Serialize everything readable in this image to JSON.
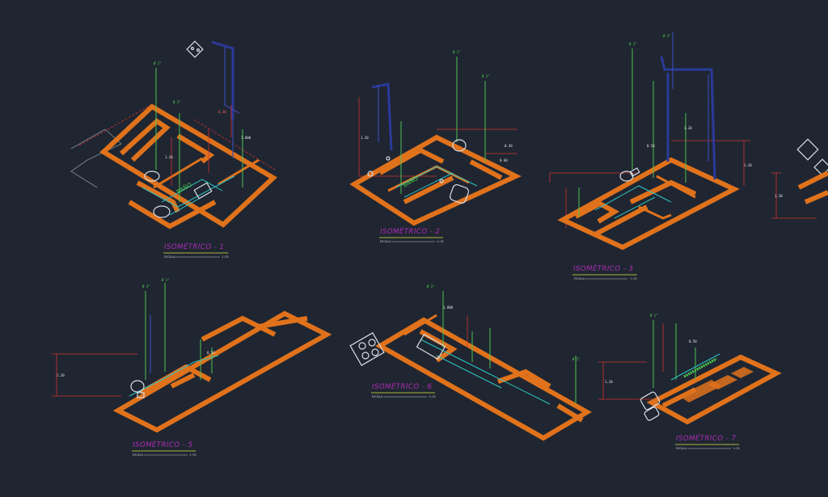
{
  "drawings": [
    {
      "id": "iso1",
      "title": "ISOMÉTRICO - 1",
      "scale_label": "ESCALA",
      "scale_value": "1:25",
      "room": "BAÑO"
    },
    {
      "id": "iso2",
      "title": "ISOMÉTRICO - 2",
      "scale_label": "ESCALA",
      "scale_value": "1:25",
      "room": "BAÑO"
    },
    {
      "id": "iso3",
      "title": "ISOMÉTRICO - 3",
      "scale_label": "ESCALA",
      "scale_value": "1:25",
      "room": ""
    },
    {
      "id": "iso5",
      "title": "ISOMÉTRICO - 5",
      "scale_label": "ESCALA",
      "scale_value": "1:25",
      "room": ""
    },
    {
      "id": "iso6",
      "title": "ISOMÉTRICO - 6",
      "scale_label": "ESCALA",
      "scale_value": "1:25",
      "room": ""
    },
    {
      "id": "iso7",
      "title": "ISOMÉTRICO - 7",
      "scale_label": "ESCALA",
      "scale_value": "1:25",
      "room": ""
    }
  ],
  "tags": {
    "pipe_diameter": "Ø 2\"",
    "height_a": "1.20",
    "height_b": "0.60",
    "height_c": "1.800",
    "height_d": "0.30",
    "height_e": "0.50"
  },
  "colors": {
    "background": "#1f2631",
    "walls": "#e0721c",
    "cold_water": "#2ec4c4",
    "vent_pipe": "#2a3a9a",
    "vertical_riser": "#4fc04f",
    "dimension": "#d23030",
    "fixture": "#d8dde4",
    "title": "#b02cb8"
  }
}
